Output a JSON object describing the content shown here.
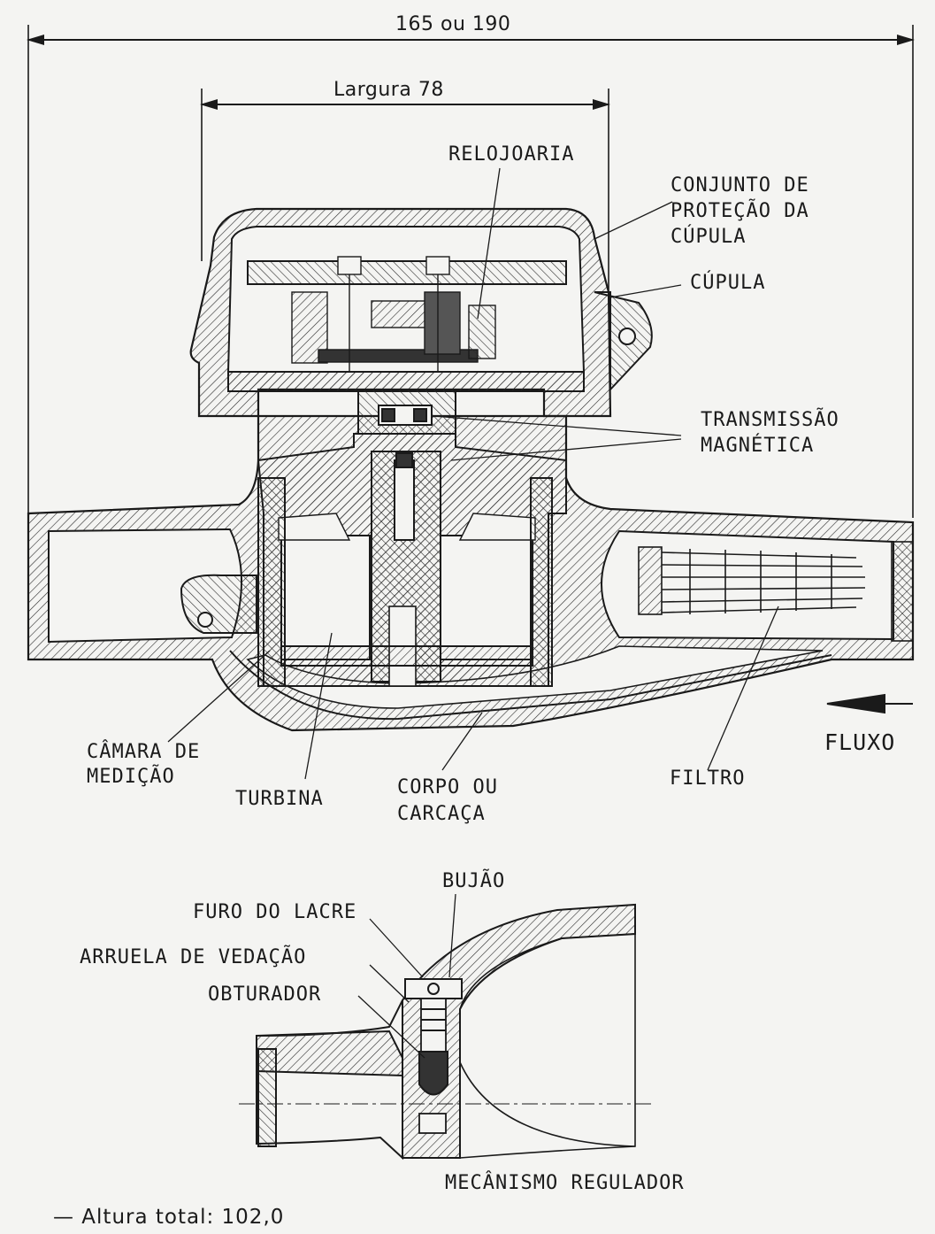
{
  "dimensions": {
    "overall_length": "165 ou 190",
    "width": "Largura 78"
  },
  "main_view": {
    "labels": {
      "relojoaria": "RELOJOARIA",
      "conjunto_protecao": [
        "CONJUNTO DE",
        "PROTEÇÃO DA",
        "CÚPULA"
      ],
      "cupula": "CÚPULA",
      "transmissao": [
        "TRANSMISSÃO",
        "MAGNÉTICA"
      ],
      "fluxo": "FLUXO",
      "camara": [
        "CÂMARA DE",
        "MEDIÇÃO"
      ],
      "turbina": "TURBINA",
      "corpo": [
        "CORPO OU",
        "CARCAÇA"
      ],
      "filtro": "FILTRO"
    }
  },
  "detail_view": {
    "labels": {
      "bujao": "BUJÃO",
      "furo_lacre": "FURO DO LACRE",
      "arruela": "ARRUELA DE VEDAÇÃO",
      "obturador": "OBTURADOR",
      "mecanismo": "MECÂNISMO REGULADOR"
    }
  },
  "footer": {
    "altura_total": "— Altura total: 102,0"
  }
}
